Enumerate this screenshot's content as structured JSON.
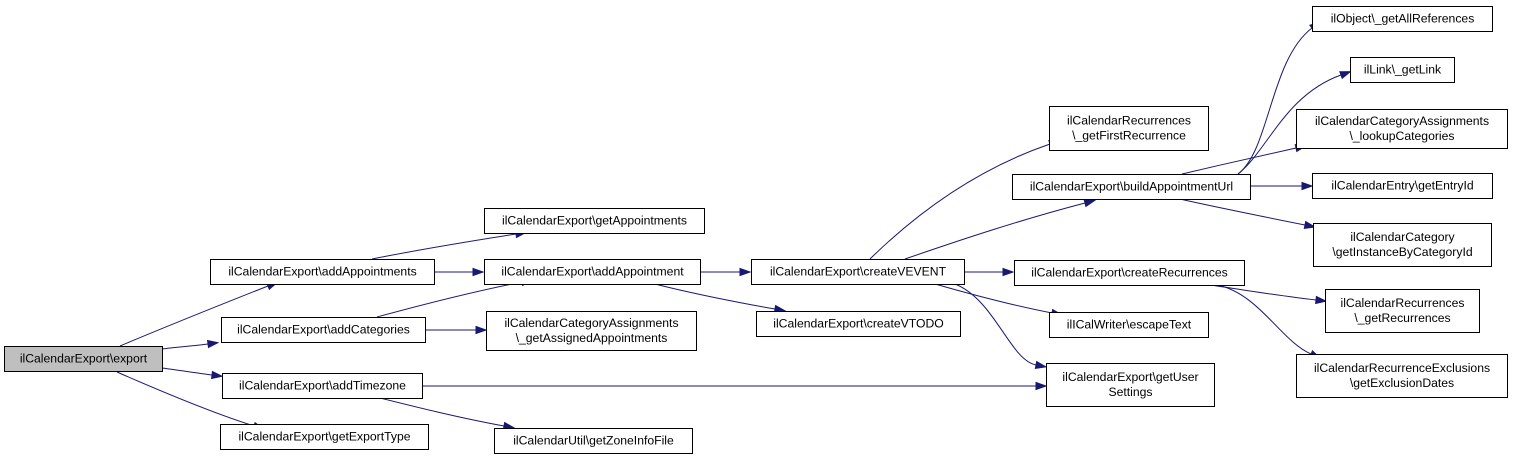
{
  "diagram": {
    "root": "export",
    "nodes": [
      {
        "id": "export",
        "lines": [
          "ilCalendarExport\\export"
        ],
        "root": true
      },
      {
        "id": "addAppointments",
        "lines": [
          "ilCalendarExport\\addAppointments"
        ]
      },
      {
        "id": "addCategories",
        "lines": [
          "ilCalendarExport\\addCategories"
        ]
      },
      {
        "id": "addTimezone",
        "lines": [
          "ilCalendarExport\\addTimezone"
        ]
      },
      {
        "id": "getExportType",
        "lines": [
          "ilCalendarExport\\getExportType"
        ]
      },
      {
        "id": "getAppointments",
        "lines": [
          "ilCalendarExport\\getAppointments"
        ]
      },
      {
        "id": "addAppointment",
        "lines": [
          "ilCalendarExport\\addAppointment"
        ]
      },
      {
        "id": "getAssignedAppointments",
        "lines": [
          "ilCalendarCategoryAssignments",
          "\\_getAssignedAppointments"
        ]
      },
      {
        "id": "getZoneInfoFile",
        "lines": [
          "ilCalendarUtil\\getZoneInfoFile"
        ]
      },
      {
        "id": "createVEVENT",
        "lines": [
          "ilCalendarExport\\createVEVENT"
        ]
      },
      {
        "id": "createVTODO",
        "lines": [
          "ilCalendarExport\\createVTODO"
        ]
      },
      {
        "id": "getFirstRecurrence",
        "lines": [
          "ilCalendarRecurrences",
          "\\_getFirstRecurrence"
        ]
      },
      {
        "id": "buildAppointmentUrl",
        "lines": [
          "ilCalendarExport\\buildAppointmentUrl"
        ]
      },
      {
        "id": "createRecurrences",
        "lines": [
          "ilCalendarExport\\createRecurrences"
        ]
      },
      {
        "id": "escapeText",
        "lines": [
          "ilICalWriter\\escapeText"
        ]
      },
      {
        "id": "getUserSettings",
        "lines": [
          "ilCalendarExport\\getUser",
          "Settings"
        ]
      },
      {
        "id": "getAllReferences",
        "lines": [
          "ilObject\\_getAllReferences"
        ]
      },
      {
        "id": "getLink",
        "lines": [
          "ilLink\\_getLink"
        ]
      },
      {
        "id": "lookupCategories",
        "lines": [
          "ilCalendarCategoryAssignments",
          "\\_lookupCategories"
        ]
      },
      {
        "id": "getEntryId",
        "lines": [
          "ilCalendarEntry\\getEntryId"
        ]
      },
      {
        "id": "getInstanceByCategoryId",
        "lines": [
          "ilCalendarCategory",
          "\\getInstanceByCategoryId"
        ]
      },
      {
        "id": "getRecurrences",
        "lines": [
          "ilCalendarRecurrences",
          "\\_getRecurrences"
        ]
      },
      {
        "id": "getExclusionDates",
        "lines": [
          "ilCalendarRecurrenceExclusions",
          "\\getExclusionDates"
        ]
      }
    ],
    "edges": [
      {
        "from": "export",
        "to": "addAppointments"
      },
      {
        "from": "export",
        "to": "addCategories"
      },
      {
        "from": "export",
        "to": "addTimezone"
      },
      {
        "from": "export",
        "to": "getExportType"
      },
      {
        "from": "addAppointments",
        "to": "getAppointments"
      },
      {
        "from": "addAppointments",
        "to": "addAppointment"
      },
      {
        "from": "addCategories",
        "to": "addAppointment"
      },
      {
        "from": "addCategories",
        "to": "getAssignedAppointments"
      },
      {
        "from": "addTimezone",
        "to": "getUserSettings"
      },
      {
        "from": "addTimezone",
        "to": "getZoneInfoFile"
      },
      {
        "from": "addAppointment",
        "to": "createVEVENT"
      },
      {
        "from": "addAppointment",
        "to": "createVTODO"
      },
      {
        "from": "createVEVENT",
        "to": "getFirstRecurrence"
      },
      {
        "from": "createVEVENT",
        "to": "buildAppointmentUrl"
      },
      {
        "from": "createVEVENT",
        "to": "createRecurrences"
      },
      {
        "from": "createVEVENT",
        "to": "escapeText"
      },
      {
        "from": "createVEVENT",
        "to": "getUserSettings"
      },
      {
        "from": "buildAppointmentUrl",
        "to": "getAllReferences"
      },
      {
        "from": "buildAppointmentUrl",
        "to": "getLink"
      },
      {
        "from": "buildAppointmentUrl",
        "to": "lookupCategories"
      },
      {
        "from": "buildAppointmentUrl",
        "to": "getEntryId"
      },
      {
        "from": "buildAppointmentUrl",
        "to": "getInstanceByCategoryId"
      },
      {
        "from": "createRecurrences",
        "to": "getRecurrences"
      },
      {
        "from": "createRecurrences",
        "to": "getExclusionDates"
      }
    ]
  }
}
